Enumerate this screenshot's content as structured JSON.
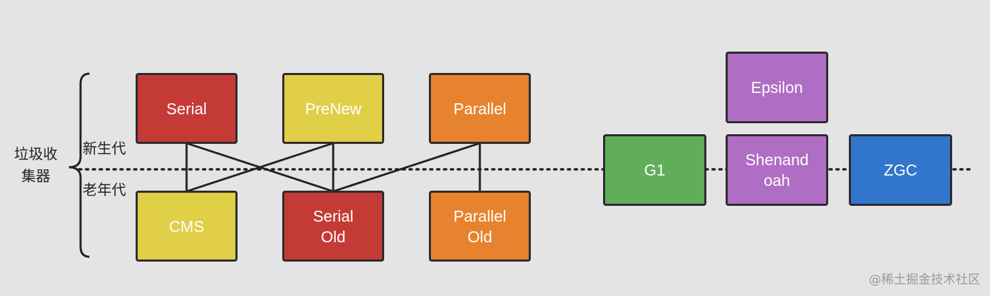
{
  "group_label": "垃圾收\n集器",
  "young_label": "新生代",
  "old_label": "老年代",
  "collectors": {
    "serial": {
      "label": "Serial",
      "color": "#c43b36"
    },
    "prenew": {
      "label": "PreNew",
      "color": "#e0cf47"
    },
    "parallel": {
      "label": "Parallel",
      "color": "#e7832f"
    },
    "cms": {
      "label": "CMS",
      "color": "#e0cf47"
    },
    "serial_old": {
      "label": "Serial\nOld",
      "color": "#c43b36"
    },
    "parallel_old": {
      "label": "Parallel\nOld",
      "color": "#e7832f"
    },
    "epsilon": {
      "label": "Epsilon",
      "color": "#b06dc4"
    },
    "g1": {
      "label": "G1",
      "color": "#62ad5a"
    },
    "shenandoah": {
      "label": "Shenand\noah",
      "color": "#b06dc4"
    },
    "zgc": {
      "label": "ZGC",
      "color": "#3275cc"
    }
  },
  "watermark": "@稀土掘金技术社区"
}
